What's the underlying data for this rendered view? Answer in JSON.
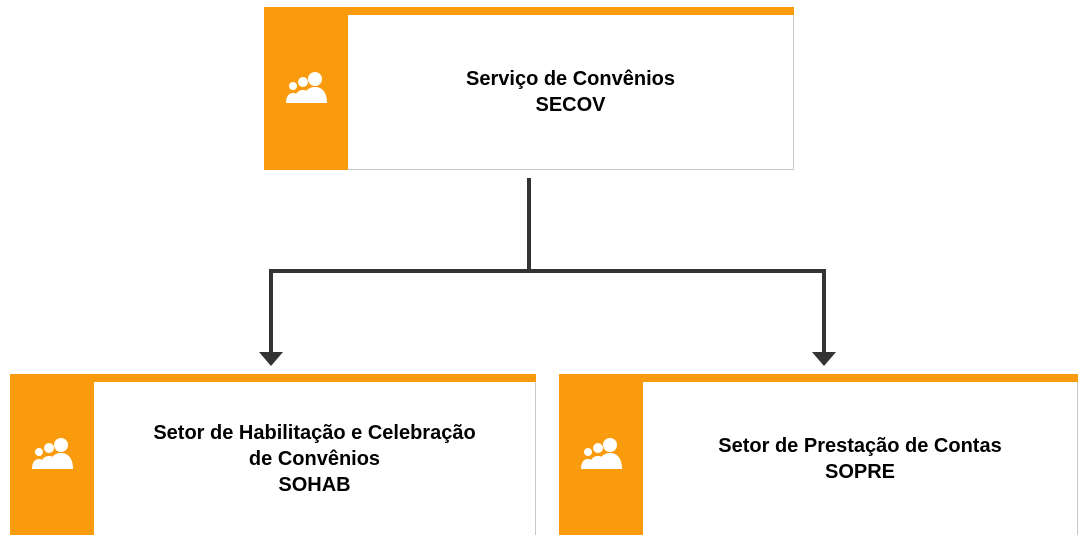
{
  "colors": {
    "accent": "#F99B0C",
    "connector": "#333333",
    "border": "#c8c8c8"
  },
  "icon": "people-group-icon",
  "nodes": {
    "secov": {
      "title": "Serviço de Convênios",
      "acronym": "SECOV"
    },
    "sohab": {
      "title_line1": "Setor de Habilitação e Celebração",
      "title_line2": "de Convênios",
      "acronym": "SOHAB"
    },
    "sopre": {
      "title": "Setor de Prestação de Contas",
      "acronym": "SOPRE"
    }
  }
}
